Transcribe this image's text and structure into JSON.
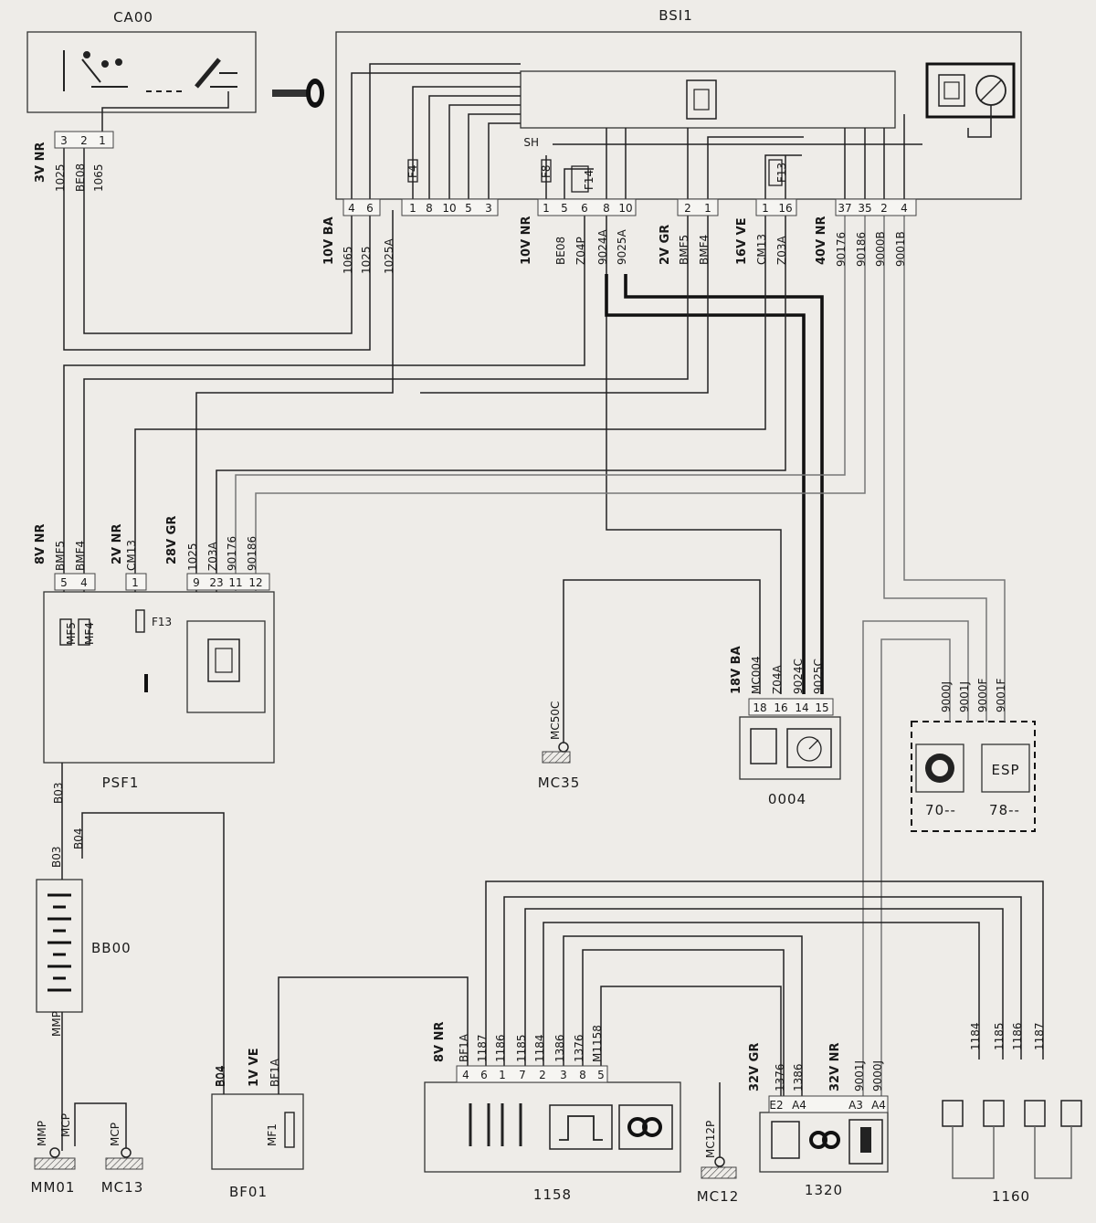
{
  "components": {
    "ca00": "CA00",
    "bsi1": "BSI1",
    "psf1": "PSF1",
    "bb00": "BB00",
    "mm01": "MM01",
    "mc13": "MC13",
    "bf01": "BF01",
    "mc35": "MC35",
    "c0004": "0004",
    "mc12": "MC12",
    "c1158": "1158",
    "c1320": "1320",
    "c1160": "1160",
    "c7000": "70--",
    "c7800": "78--",
    "esp": "ESP"
  },
  "connectors": {
    "ca00": "3V NR",
    "bsi_a": "10V BA",
    "bsi_b": "10V NR",
    "bsi_c": "2V GR",
    "bsi_d": "16V VE",
    "bsi_e": "40V NR",
    "psf_a": "8V NR",
    "psf_b": "2V NR",
    "psf_c": "28V GR",
    "c0004": "18V BA",
    "bf01": "1V VE",
    "c1158": "8V NR",
    "c1320_a": "32V GR",
    "c1320_b": "32V NR"
  },
  "pins": {
    "ca00": [
      "3",
      "2",
      "1"
    ],
    "bsi_a": [
      "4",
      "6"
    ],
    "bsi_f": [
      "1",
      "8",
      "10",
      "5",
      "3"
    ],
    "bsi_b": [
      "1",
      "5",
      "6",
      "8",
      "10"
    ],
    "bsi_c": [
      "2",
      "1"
    ],
    "bsi_d": [
      "1",
      "16"
    ],
    "bsi_e": [
      "37",
      "35",
      "2",
      "4"
    ],
    "psf": [
      "5",
      "4",
      "1",
      "9",
      "23",
      "11",
      "12"
    ],
    "c0004": [
      "18",
      "16",
      "14",
      "15"
    ],
    "c1158": [
      "4",
      "6",
      "1",
      "7",
      "2",
      "3",
      "8",
      "5"
    ],
    "c1320": [
      "E2",
      "A4",
      "A3",
      "A4"
    ]
  },
  "wires": {
    "ca00": [
      "1025",
      "BE08",
      "1065"
    ],
    "bsi_a": [
      "1065",
      "1025",
      "1025A"
    ],
    "bsi_b": [
      "BE08",
      "Z04P",
      "9024A",
      "9025A"
    ],
    "bsi_c": [
      "BMF5",
      "BMF4"
    ],
    "bsi_d": [
      "CM13",
      "Z03A"
    ],
    "bsi_e": [
      "90176",
      "90186",
      "9000B",
      "9001B"
    ],
    "psf": [
      "BMF5",
      "BMF4",
      "CM13",
      "1025",
      "Z03A",
      "90176",
      "90186"
    ],
    "c0004": [
      "MC004",
      "Z04A",
      "9024C",
      "9025C"
    ],
    "esp": [
      "9000J",
      "9001J",
      "9000F",
      "9001F"
    ],
    "bb": [
      "B03",
      "B04",
      "B03",
      "B04"
    ],
    "mm": [
      "MMP",
      "MMP",
      "MCP",
      "MCP"
    ],
    "bf01": [
      "B04",
      "BF1A"
    ],
    "c1158": [
      "BF1A",
      "1187",
      "1186",
      "1185",
      "1184",
      "1386",
      "1376",
      "M1158"
    ],
    "c1320_a": [
      "1376",
      "1386"
    ],
    "c1320_b": [
      "9001J",
      "9000J"
    ],
    "c1160": [
      "1184",
      "1185",
      "1186",
      "1187"
    ],
    "mc35": "MC50C",
    "mc12": "MC12P"
  },
  "inner": {
    "fuses_bsi": [
      "F4",
      "F8",
      "F14",
      "F13"
    ],
    "fuses_psf": [
      "F13"
    ],
    "relays_psf": [
      "MF5",
      "MF4"
    ],
    "fuse_bf01": "MF1",
    "shunt": "SH"
  }
}
